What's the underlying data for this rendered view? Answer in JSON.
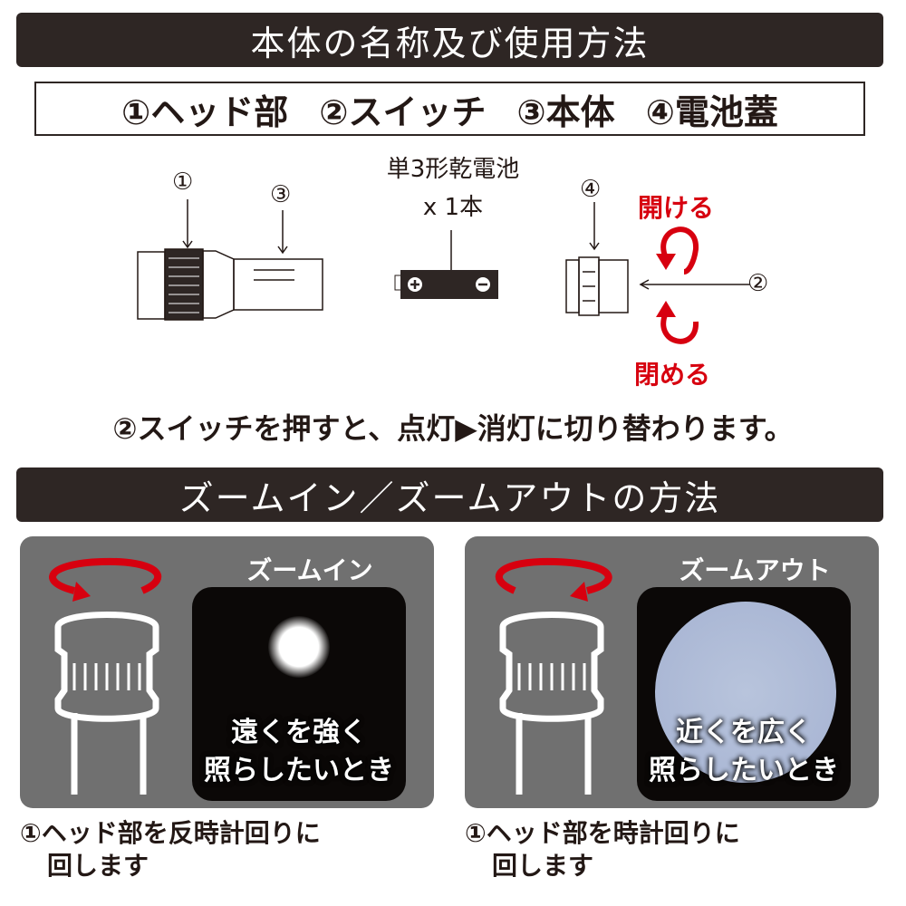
{
  "section1": {
    "title": "本体の名称及び使用方法"
  },
  "parts": [
    "①ヘッド部",
    "②スイッチ",
    "③本体",
    "④電池蓋"
  ],
  "diagram": {
    "label1": "①",
    "label3": "③",
    "label4": "④",
    "label2": "②",
    "battery_line1": "単3形乾電池",
    "battery_line2": "x 1本",
    "open": "開ける",
    "close": "閉める"
  },
  "instruction": "②スイッチを押すと、点灯▶消灯に切り替わります。",
  "section2": {
    "title": "ズームイン／ズームアウトの方法"
  },
  "zoom_in": {
    "title": "ズームイン",
    "line1": "遠くを強く",
    "line2": "照らしたいとき",
    "caption1": "①ヘッド部を反時計回りに",
    "caption2": "回します"
  },
  "zoom_out": {
    "title": "ズームアウト",
    "line1": "近くを広く",
    "line2": "照らしたいとき",
    "caption1": "①ヘッド部を時計回りに",
    "caption2": "回します"
  },
  "colors": {
    "dark": "#2e2624",
    "accent": "#d7000f",
    "panel": "#707070"
  }
}
